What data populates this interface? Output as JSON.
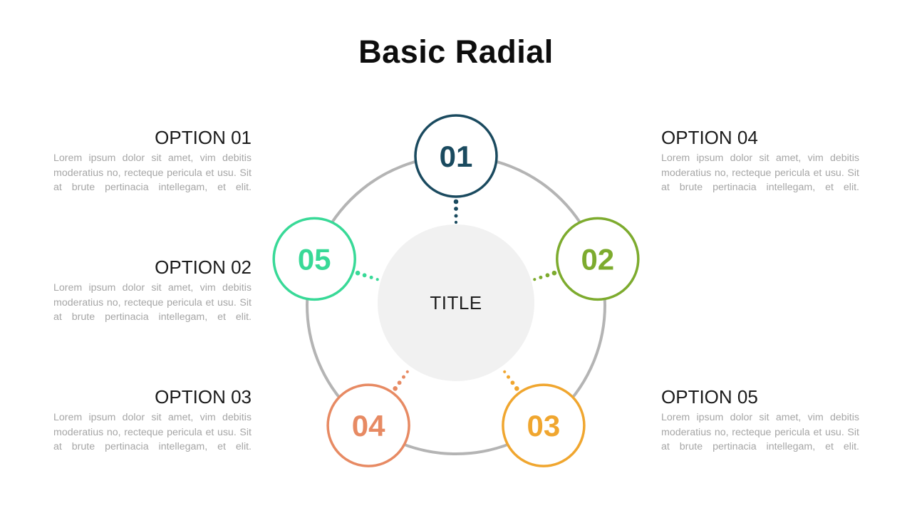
{
  "slide": {
    "title": "Basic Radial"
  },
  "diagram": {
    "center_label": "TITLE",
    "ring_color": "#b4b4b4",
    "center_fill": "#f1f1f1",
    "center_label_color": "#1f1f1f",
    "nodes": [
      {
        "number": "01",
        "color": "#1a4a5f"
      },
      {
        "number": "02",
        "color": "#7dab2e"
      },
      {
        "number": "03",
        "color": "#f0a62f"
      },
      {
        "number": "04",
        "color": "#e78a63"
      },
      {
        "number": "05",
        "color": "#38d997"
      }
    ]
  },
  "options": [
    {
      "heading": "OPTION 01",
      "body": "Lorem ipsum dolor sit amet, vim debitis moderatius no, recteque pericula et usu. Sit at brute pertinacia intellegam, et elit."
    },
    {
      "heading": "OPTION 02",
      "body": "Lorem ipsum dolor sit amet, vim debitis moderatius no, recteque pericula et usu. Sit at brute pertinacia intellegam, et elit."
    },
    {
      "heading": "OPTION 03",
      "body": "Lorem ipsum dolor sit amet, vim debitis moderatius no, recteque pericula et usu. Sit at brute pertinacia intellegam, et elit."
    },
    {
      "heading": "OPTION 04",
      "body": "Lorem ipsum dolor sit amet, vim debitis moderatius no, recteque pericula et usu. Sit at brute pertinacia intellegam, et elit."
    },
    {
      "heading": "OPTION 05",
      "body": "Lorem ipsum dolor sit amet, vim debitis moderatius no, recteque pericula et usu. Sit at brute pertinacia intellegam, et elit."
    }
  ],
  "palette": {
    "heading_text": "#1b1b1b",
    "body_text": "#a6a6a6",
    "title_text": "#0d0d0d",
    "background": "#ffffff"
  }
}
